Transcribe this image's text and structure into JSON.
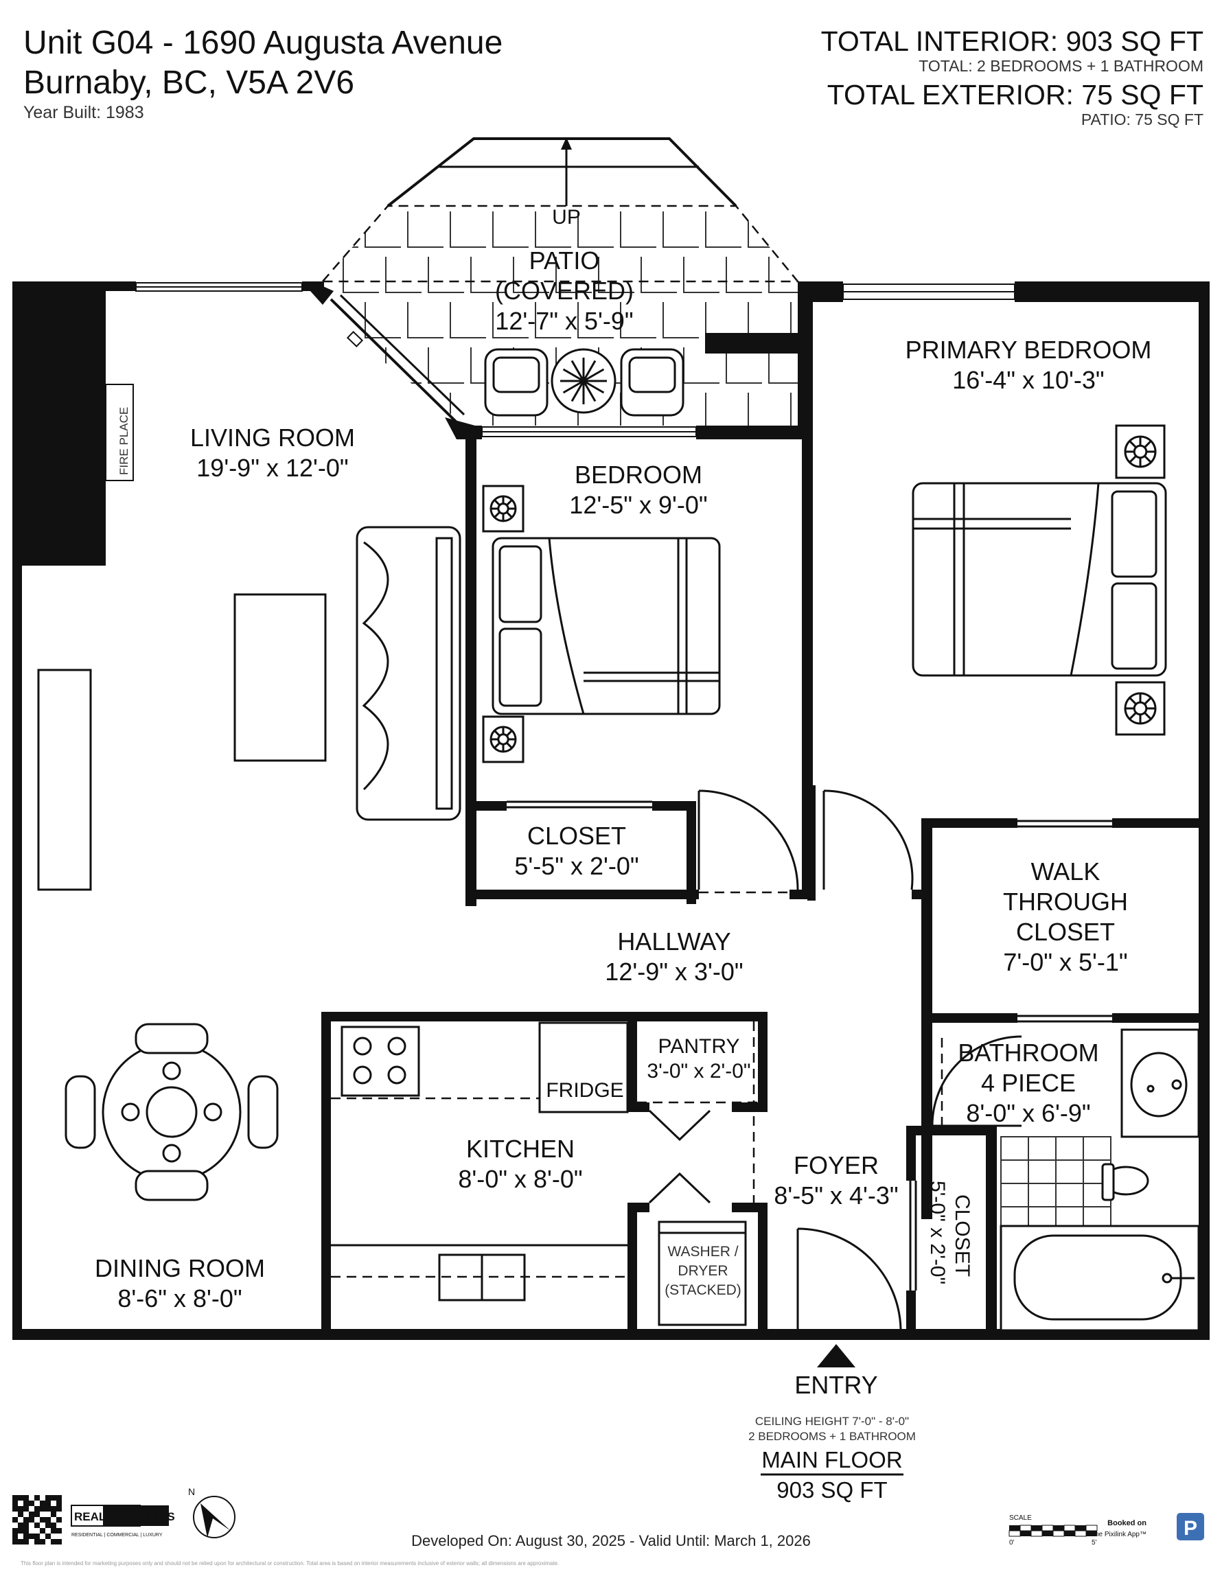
{
  "header": {
    "address_line1": "Unit G04 - 1690 Augusta Avenue",
    "address_line2": "Burnaby, BC, V5A 2V6",
    "year_built": "Year Built: 1983",
    "total_interior": "TOTAL INTERIOR: 903 SQ FT",
    "total_rooms": "TOTAL: 2 BEDROOMS  + 1 BATHROOM",
    "total_exterior": "TOTAL EXTERIOR: 75 SQ FT",
    "patio_area": "PATIO: 75 SQ FT"
  },
  "rooms": {
    "patio": {
      "label1": "PATIO",
      "label2": "(COVERED)",
      "dims": "12'-7\" x 5'-9\"",
      "up": "UP"
    },
    "living": {
      "label": "LIVING ROOM",
      "dims": "19'-9\" x 12'-0\"",
      "fireplace": "FIRE PLACE"
    },
    "bedroom": {
      "label": "BEDROOM",
      "dims": "12'-5\" x 9'-0\""
    },
    "primary": {
      "label": "PRIMARY BEDROOM",
      "dims": "16'-4\" x 10'-3\""
    },
    "closet1": {
      "label": "CLOSET",
      "dims": "5'-5\" x 2'-0\""
    },
    "walk_closet": {
      "label1": "WALK",
      "label2": "THROUGH",
      "label3": "CLOSET",
      "dims": "7'-0\" x 5'-1\""
    },
    "hallway": {
      "label": "HALLWAY",
      "dims": "12'-9\" x 3'-0\""
    },
    "pantry": {
      "label": "PANTRY",
      "dims": "3'-0\" x 2'-0\""
    },
    "fridge": {
      "label": "FRIDGE"
    },
    "kitchen": {
      "label": "KITCHEN",
      "dims": "8'-0\" x 8'-0\""
    },
    "bathroom": {
      "label1": "BATHROOM",
      "label2": "4 PIECE",
      "dims": "8'-0\" x 6'-9\""
    },
    "foyer": {
      "label": "FOYER",
      "dims": "8'-5\" x 4'-3\""
    },
    "closet2": {
      "label": "CLOSET",
      "dims": "5'-0\" x 2'-0\""
    },
    "washer": {
      "label1": "WASHER /",
      "label2": "DRYER",
      "label3": "(STACKED)"
    },
    "dining": {
      "label": "DINING ROOM",
      "dims": "8'-6\" x 8'-0\""
    }
  },
  "entry": "ENTRY",
  "floor_summary": {
    "ceiling": "CEILING HEIGHT 7'-0\" - 8'-0\"",
    "rooms": "2 BEDROOMS + 1 BATHROOM",
    "floor_name": "MAIN FLOOR",
    "floor_area": "903 SQ FT"
  },
  "footer": {
    "brand": "REALTY STUDIOS",
    "brand_sub": "RESIDENTIAL | COMMERCIAL | LUXURY",
    "compass": "N",
    "developed": "Developed On: August 30, 2025 - Valid Until: March 1, 2026",
    "scale_label": "SCALE",
    "scale_min": "0'",
    "scale_max": "5'",
    "booked": "Booked on",
    "booked_app": "the Pixilink App™",
    "app_badge": "P",
    "disclaimer": "This floor plan is intended for marketing purposes only and should not be relied upon for architectural or construction. Total area is based on interior measurements inclusive of exterior walls; all dimensions are approximate."
  },
  "colors": {
    "wall": "#111111",
    "tile": "#333333",
    "badge": "#3d6fb5"
  },
  "icons": [
    "qr-code-icon",
    "compass-icon",
    "pixilink-app-icon",
    "entry-arrow-icon",
    "stairs-up-arrow-icon"
  ]
}
